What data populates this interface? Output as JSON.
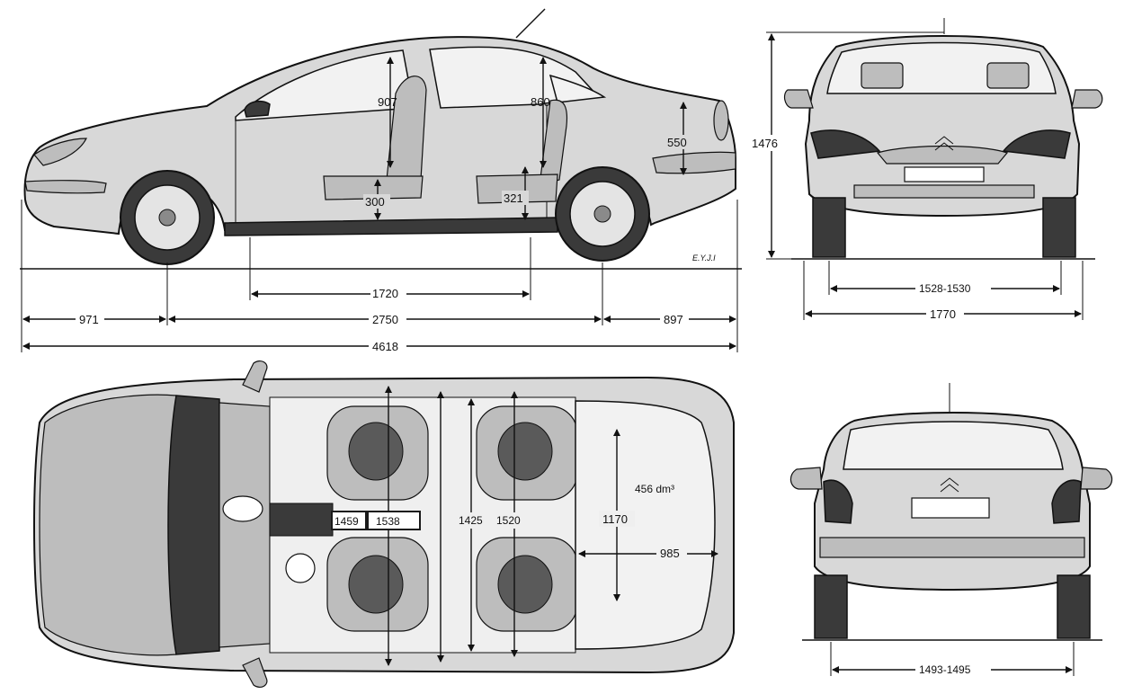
{
  "side_view": {
    "height_front_headroom": "907",
    "height_rear_headroom": "860",
    "trunk_sill_height": "550",
    "front_seat_height": "300",
    "rear_seat_height": "321",
    "interior_length": "1720",
    "front_overhang": "971",
    "wheelbase": "2750",
    "rear_overhang": "897",
    "overall_length": "4618",
    "author_tag": "E.Y.J.I"
  },
  "front_view": {
    "overall_height": "1476",
    "front_track": "1528-1530",
    "overall_width": "1770"
  },
  "top_view": {
    "front_elbow_width": "1459",
    "front_shoulder_width": "1538",
    "rear_elbow_width": "1425",
    "rear_shoulder_width": "1520",
    "trunk_width": "1170",
    "trunk_length": "985",
    "trunk_volume": "456 dm³"
  },
  "rear_view": {
    "rear_track": "1493-1495"
  }
}
